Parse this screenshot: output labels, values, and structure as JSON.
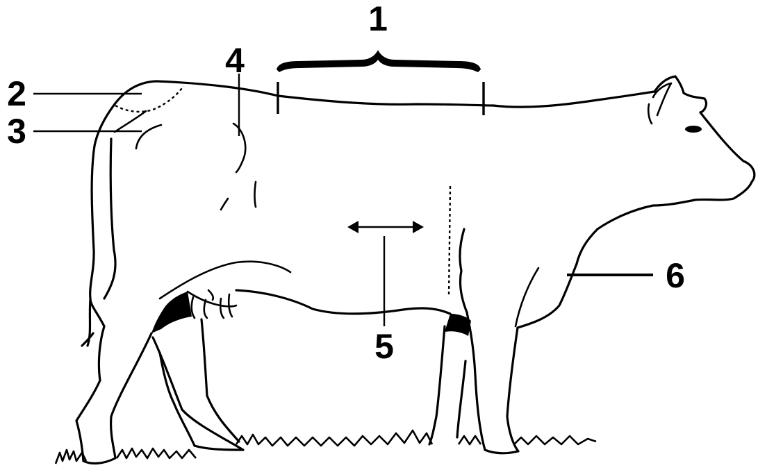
{
  "diagram": {
    "labels": {
      "l1": "1",
      "l2": "2",
      "l3": "3",
      "l4": "4",
      "l5": "5",
      "l6": "6"
    },
    "colors": {
      "ink": "#000000",
      "background": "#ffffff"
    }
  }
}
